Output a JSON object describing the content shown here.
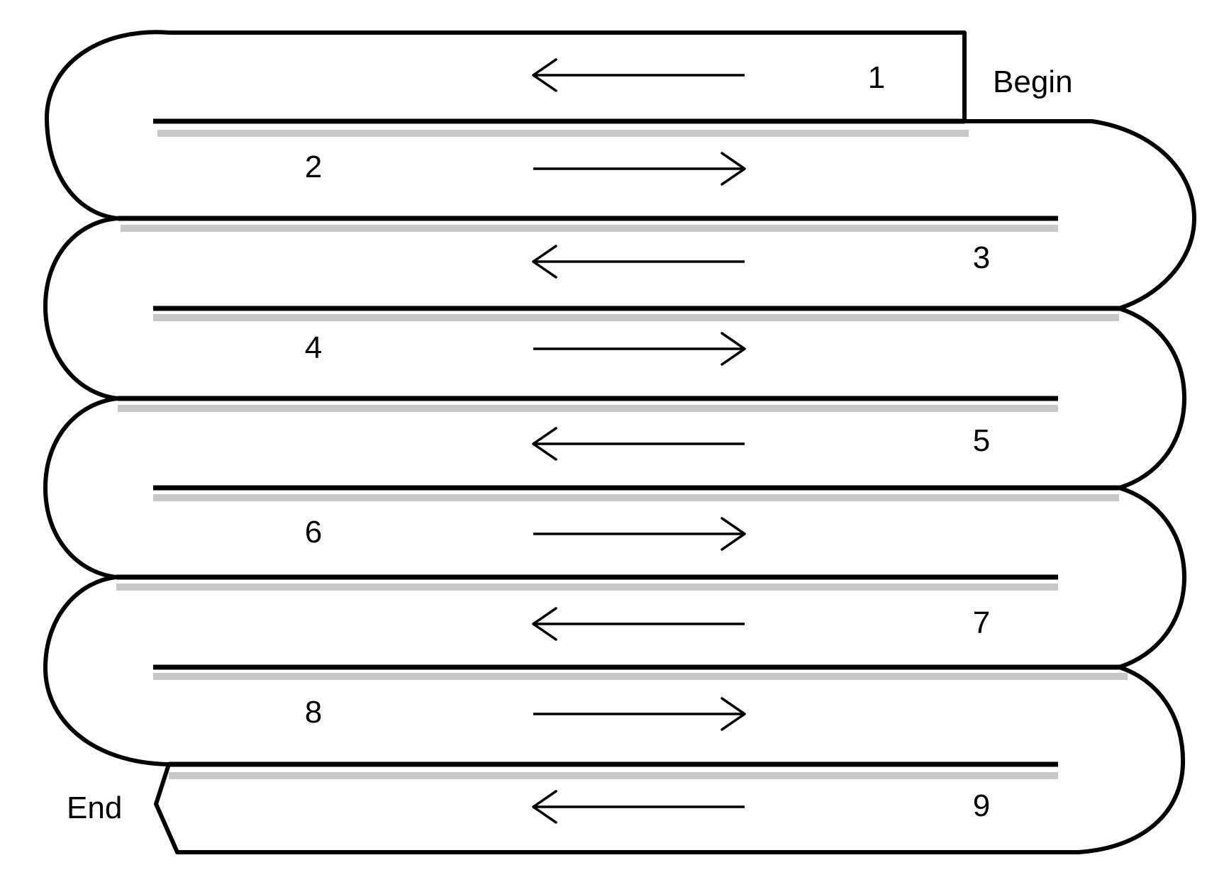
{
  "diagram": {
    "start_label": "Begin",
    "end_label": "End",
    "rows": [
      {
        "number": "1",
        "direction": "left"
      },
      {
        "number": "2",
        "direction": "right"
      },
      {
        "number": "3",
        "direction": "left"
      },
      {
        "number": "4",
        "direction": "right"
      },
      {
        "number": "5",
        "direction": "left"
      },
      {
        "number": "6",
        "direction": "right"
      },
      {
        "number": "7",
        "direction": "left"
      },
      {
        "number": "8",
        "direction": "right"
      },
      {
        "number": "9",
        "direction": "left"
      }
    ]
  }
}
